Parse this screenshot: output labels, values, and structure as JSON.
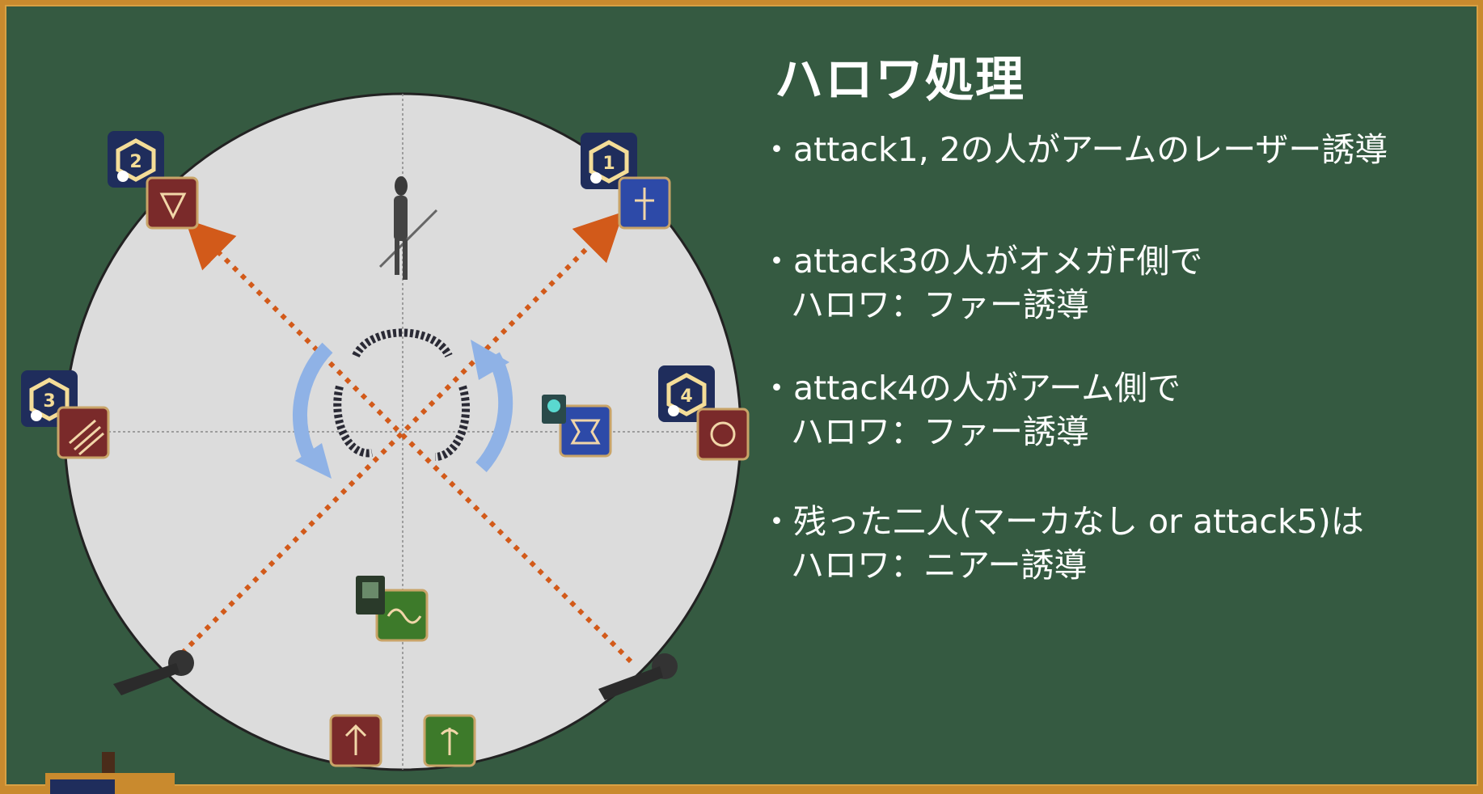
{
  "title": "ハロワ処理",
  "bullets": [
    {
      "lines": [
        "・attack1, 2の人がアームのレーザー誘導"
      ]
    },
    {
      "lines": [
        "・attack3の人がオメガF側で",
        "ハロワ：ファー誘導"
      ]
    },
    {
      "lines": [
        "・attack4の人がアーム側で",
        "ハロワ：ファー誘導"
      ]
    },
    {
      "lines": [
        "・残った二人(マーカなし or attack5)は",
        "ハロワ：ニアー誘導"
      ]
    }
  ],
  "markers": {
    "m1": "1",
    "m2": "2",
    "m3": "3",
    "m4": "4"
  },
  "colors": {
    "board": "#355a41",
    "frame": "#d9a043",
    "arena": "#dcdcdc",
    "arrow": "#d25a1a",
    "rotation_arrow": "#8fb2e6",
    "dps_icon": "#7a2a2a",
    "tank_icon": "#2d4aa8",
    "healer_icon": "#3d7a2a"
  },
  "icons": {
    "boss": "omega-f-figure-icon",
    "arms": "arm-cannon-icon",
    "rotation": "rotation-arrow-icon",
    "job_icons": [
      "dancer-job-icon",
      "paladin-job-icon",
      "monk-job-icon",
      "warrior-job-icon",
      "gunbreaker-job-icon",
      "scholar-job-icon",
      "dragoon-job-icon",
      "white-mage-job-icon"
    ]
  }
}
